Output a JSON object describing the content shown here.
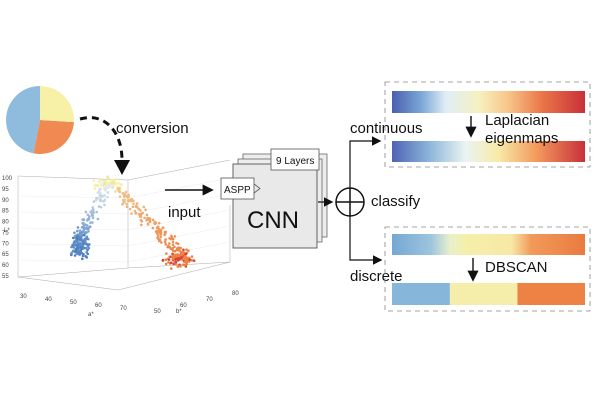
{
  "labels": {
    "conversion": "conversion",
    "input": "input",
    "cnn": "CNN",
    "aspp": "ASPP",
    "layers": "9 Layers",
    "classify": "classify",
    "continuous": "continuous",
    "discrete": "discrete",
    "laplacian_line1": "Laplacian",
    "laplacian_line2": "eigenmaps",
    "dbscan": "DBSCAN"
  },
  "pie": {
    "slices": [
      {
        "value": 0.47,
        "color": "#8fbbdd"
      },
      {
        "value": 0.27,
        "color": "#f08a52"
      },
      {
        "value": 0.26,
        "color": "#f6f1a6"
      }
    ]
  },
  "scatter": {
    "z_ticks": [
      "100",
      "95",
      "90",
      "85",
      "80",
      "75",
      "70",
      "65",
      "60",
      "55"
    ],
    "z_label": "L*",
    "x_ticks": [
      "30",
      "40",
      "50",
      "60",
      "70"
    ],
    "x_label": "a*",
    "y_ticks": [
      "80",
      "70",
      "60",
      "50"
    ],
    "y_label": "b*"
  },
  "discrete_bar": {
    "segments": [
      {
        "value": 0.3,
        "color": "#86b6da"
      },
      {
        "value": 0.35,
        "color": "#f4eeaa"
      },
      {
        "value": 0.35,
        "color": "#ee8245"
      }
    ]
  },
  "colors": {
    "blue": "#5f8ec9",
    "orange": "#ee8245",
    "yellow": "#f6f1a6",
    "red": "#d7403a"
  }
}
